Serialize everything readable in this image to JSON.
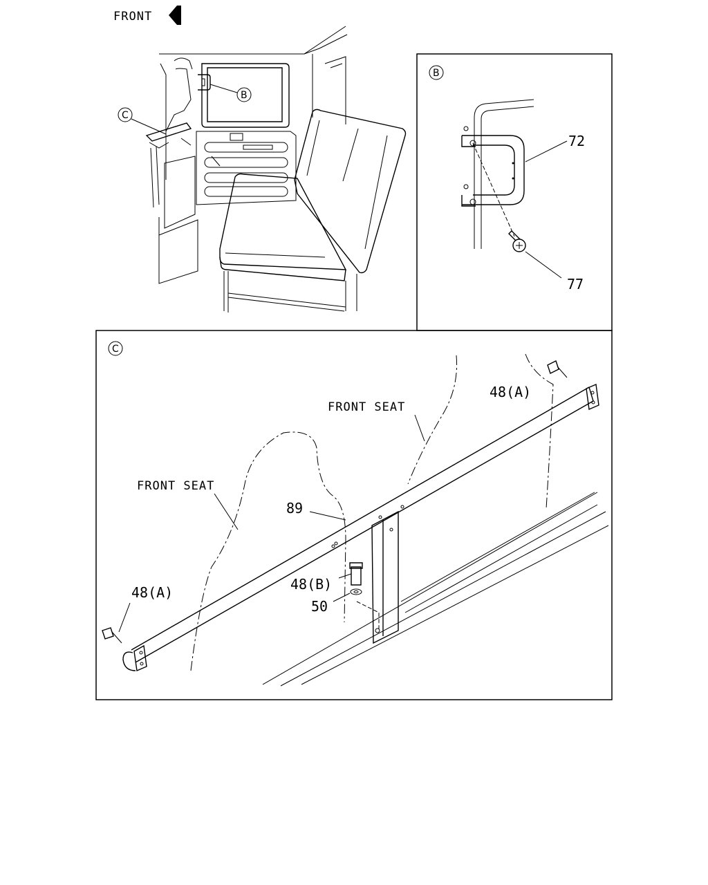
{
  "header": {
    "front_label": "FRONT"
  },
  "overview": {
    "callout_b": "B",
    "callout_c": "C"
  },
  "detail_b": {
    "marker": "B",
    "part_72": "72",
    "part_77": "77"
  },
  "detail_c": {
    "marker": "C",
    "front_seat_1": "FRONT SEAT",
    "front_seat_2": "FRONT SEAT",
    "part_89": "89",
    "part_48a_right": "48(A)",
    "part_48a_left": "48(A)",
    "part_48b": "48(B)",
    "part_50": "50"
  }
}
